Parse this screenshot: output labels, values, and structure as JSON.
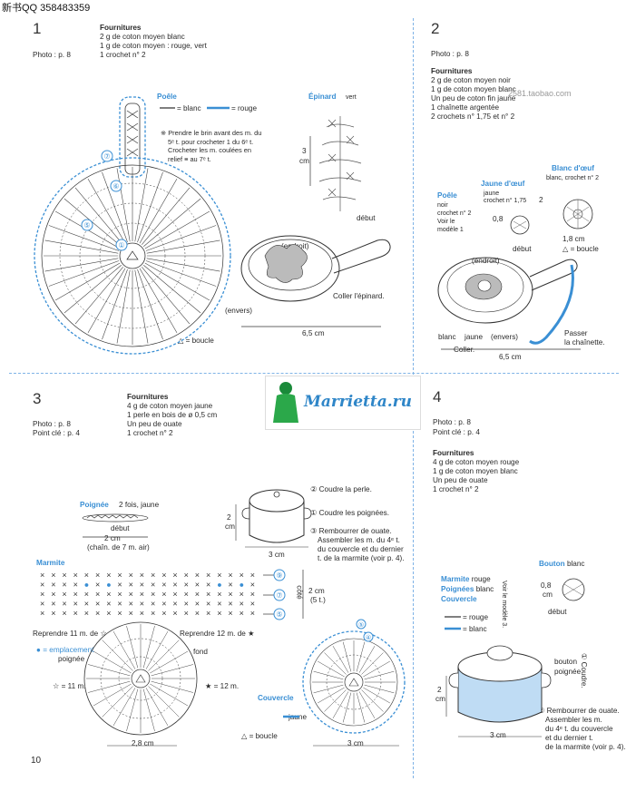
{
  "watermark_top": "新书QQ 358483359",
  "watermark_mid": "2581.taobao.com",
  "logo_text": "Marrietta.ru",
  "page_number": "10",
  "s1": {
    "number": "1",
    "photo": "Photo : p. 8",
    "fournitures_title": "Fournitures",
    "fournitures": [
      "2 g de coton moyen blanc",
      "1 g de coton moyen : rouge, vert",
      "1 crochet n° 2"
    ],
    "poele_title": "Poêle",
    "legend_blanc": "= blanc",
    "legend_rouge": "= rouge",
    "note": [
      "※ Prendre le brin avant des m. du",
      "5ᵉ t. pour crocheter 1 du 6ᵉ t.",
      "Crocheter les m. coulées en",
      "relief ≡ au 7ᵉ t."
    ],
    "epinard_title": "Épinard",
    "epinard_color": "vert",
    "dim_3cm": "3",
    "dim_cm": "cm",
    "debut": "début",
    "endroit": "(endroit)",
    "envers": "(envers)",
    "coller": "Coller l'épinard.",
    "boucle": "△ = boucle",
    "dim_65": "6,5 cm",
    "rounds": [
      "⑦",
      "⑥",
      "⑤",
      "①"
    ]
  },
  "s2": {
    "number": "2",
    "photo": "Photo : p. 8",
    "fournitures_title": "Fournitures",
    "fournitures": [
      "2 g de coton moyen noir",
      "1 g de coton moyen blanc",
      "Un peu de coton fin jaune",
      "1 chaînette argentée",
      "2 crochets n° 1,75 et n° 2"
    ],
    "blanc_oeuf": "Blanc d'œuf",
    "blanc_oeuf_sub": "blanc, crochet n° 2",
    "jaune_oeuf": "Jaune d'œuf",
    "jaune_oeuf_sub": [
      "jaune",
      "crochet n° 1,75"
    ],
    "poele": "Poêle",
    "poele_sub": [
      "noir",
      "crochet n° 2",
      "Voir le",
      "modèle 1"
    ],
    "dim_08": "0,8",
    "dim_2": "2",
    "dim_18": "1,8 cm",
    "boucle": "△ = boucle",
    "debut": "début",
    "endroit": "(endroit)",
    "envers": "(envers)",
    "blanc": "blanc",
    "jaune": "jaune",
    "coller": "Coller.",
    "passer": [
      "Passer",
      "la chaînette."
    ],
    "dim_65": "6,5 cm"
  },
  "s3": {
    "number": "3",
    "photo": "Photo : p. 8",
    "point_cle": "Point clé : p. 4",
    "fournitures_title": "Fournitures",
    "fournitures": [
      "4 g de coton moyen jaune",
      "1 perle en bois de ø 0,5 cm",
      "Un peu de ouate",
      "1 crochet n° 2"
    ],
    "poignee_title": "Poignée",
    "poignee_sub": "2 fois, jaune",
    "poignee_dim": [
      "début",
      "2 cm",
      "(chaîn. de 7 m. air)"
    ],
    "coudre_perle": "② Coudre la perle.",
    "coudre_poignees": "① Coudre les poignées.",
    "rembourrer": [
      "③ Rembourrer de ouate.",
      "Assembler les m. du 4ᵉ t.",
      "du couvercle et du dernier",
      "t. de la marmite (voir p. 4)."
    ],
    "dim_2cm": [
      "2",
      "cm"
    ],
    "dim_3cm": "3 cm",
    "marmite_title": "Marmite",
    "cote": "côté",
    "dim_2cm_5t": [
      "2 cm",
      "(5 t.)"
    ],
    "rows": [
      "⑨",
      "⑦",
      "⑤"
    ],
    "reprendre_left": "Reprendre 11 m. de ☆",
    "reprendre_right": "Reprendre 12 m. de ★",
    "emplacement": [
      "● = emplacement",
      "poignée"
    ],
    "fond": "fond",
    "star_white": "☆ = 11 m.",
    "star_black": "★ = 12 m.",
    "dim_28": "2,8 cm",
    "couvercle_title": "Couvercle",
    "couvercle_color": "jaune",
    "boucle": "△ = boucle",
    "dim_3cm_b": "3 cm",
    "cov_rounds": [
      "⑤",
      "④"
    ]
  },
  "s4": {
    "number": "4",
    "photo": "Photo : p. 8",
    "point_cle": "Point clé : p. 4",
    "fournitures_title": "Fournitures",
    "fournitures": [
      "4 g de coton moyen rouge",
      "1 g de coton moyen blanc",
      "Un peu de ouate",
      "1 crochet n° 2"
    ],
    "marmite": "Marmite",
    "marmite_color": "rouge",
    "poignees": "Poignées",
    "poignees_color": "blanc",
    "couvercle": "Couvercle",
    "voir": "Voir le modèle 3.",
    "legend_rouge": "= rouge",
    "legend_blanc": "= blanc",
    "bouton": "Bouton",
    "bouton_color": "blanc",
    "dim_08": [
      "0,8",
      "cm"
    ],
    "debut": "début",
    "bouton_lbl": "bouton",
    "poignee_lbl": "poignée",
    "coudre": "① Coudre.",
    "rembourrer": [
      "② Rembourrer de ouate.",
      "Assembler les m.",
      "du 4ᵉ t. du couvercle",
      "et du dernier t.",
      "de la marmite (voir p. 4)."
    ],
    "dim_2cm": [
      "2",
      "cm"
    ],
    "dim_3cm": "3 cm"
  },
  "colors": {
    "accent": "#3a8fd4",
    "ink": "#2a2a2a",
    "light_blue": "#bfdcf4",
    "divider": "#7fb3e6"
  }
}
